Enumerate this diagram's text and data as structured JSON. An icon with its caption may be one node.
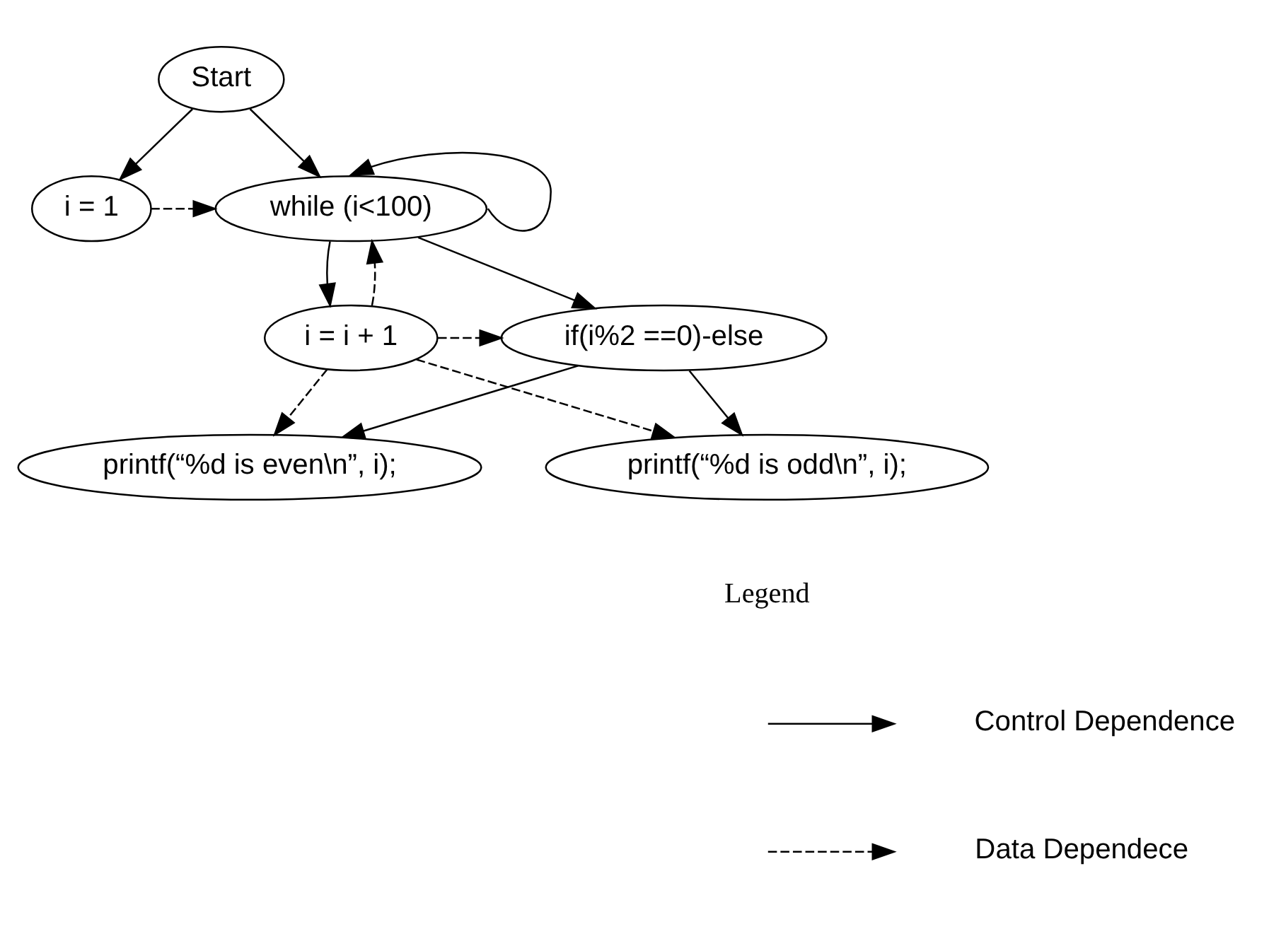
{
  "diagram": {
    "nodes": [
      {
        "text": [
          "Start"
        ]
      },
      {
        "text": [
          "i = 1"
        ]
      },
      {
        "text": [
          "while (i<100)"
        ]
      },
      {
        "text": [
          "if(i%2 ==0)-else"
        ]
      },
      {
        "text": [
          "i = i + 1"
        ]
      },
      {
        "text": [
          "printf(“%d is even\\n”, i);"
        ]
      },
      {
        "text": [
          "printf(“%d is odd\\n”, i);"
        ]
      }
    ],
    "edges": [
      {
        "from": 0,
        "to": 1,
        "arrow": "to"
      },
      {
        "from": 0,
        "to": 2,
        "arrow": "to"
      },
      {
        "from": 2,
        "to": 2,
        "arrow": "to"
      },
      {
        "from": 1,
        "to": 2,
        "arrow": "to",
        "style": "dashed"
      },
      {
        "from": 2,
        "to": 3,
        "arrow": "to"
      },
      {
        "from": 2,
        "to": 4,
        "arrow": "to"
      },
      {
        "from": 4,
        "to": 2,
        "arrow": "to",
        "style": "dashed"
      },
      {
        "from": 4,
        "to": 3,
        "arrow": "to",
        "style": "dashed"
      },
      {
        "from": 3,
        "to": 5,
        "arrow": "to"
      },
      {
        "from": 3,
        "to": 6,
        "arrow": "to"
      },
      {
        "from": 4,
        "to": 5,
        "arrow": "to",
        "style": "dashed"
      },
      {
        "from": 4,
        "to": 6,
        "arrow": "to",
        "style": "dashed"
      }
    ],
    "labels": [
      "Legend"
    ],
    "legend": [
      {
        "text": "Control Dependence"
      },
      {
        "text": "Data Dependece"
      }
    ]
  }
}
